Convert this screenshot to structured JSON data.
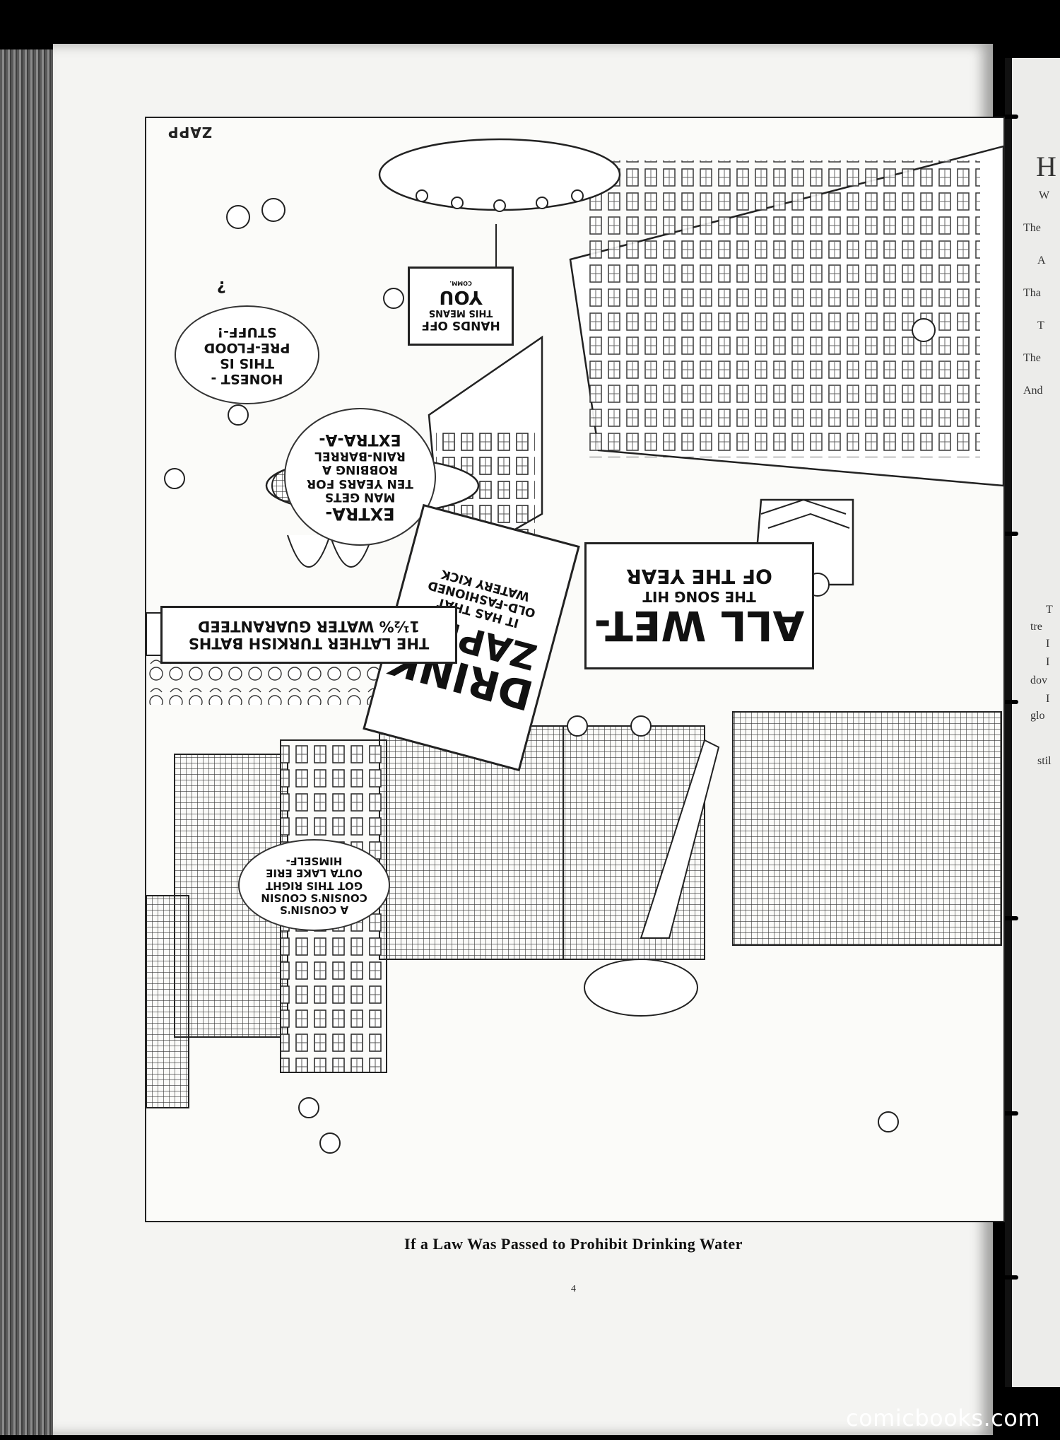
{
  "artist_signature": "ZAPP",
  "caption": "If a Law Was Passed to Prohibit Drinking Water",
  "page_number": "4",
  "watermark": "comicbooks.com",
  "signs": {
    "hands_off": {
      "l1": "HANDS OFF",
      "l2": "THIS MEANS",
      "l3": "YOU",
      "small": "COMM."
    },
    "drink_zappo": {
      "l1": "DRINK",
      "l2": "ZAPPO",
      "l3": "IT HAS THAT",
      "l4": "OLD-FASHIONED",
      "l5": "WATERY KICK"
    },
    "all_wet": {
      "l1": "ALL WET-",
      "l2": "THE SONG HIT",
      "l3": "OF THE YEAR"
    },
    "turkish_baths": {
      "l1": "THE LATHER TURKISH BATHS",
      "l2": "1½% WATER GUARANTEED"
    }
  },
  "balloons": {
    "honest": {
      "l1": "HONEST -",
      "l2": "THIS IS",
      "l3": "PRE-FLOOD",
      "l4": "STUFF-!"
    },
    "extra": {
      "l1": "EXTRA-",
      "l2": "MAN GETS",
      "l3": "TEN YEARS FOR",
      "l4": "ROBBING A",
      "l5": "RAIN-BARREL",
      "l6": "EXTRA-A-"
    },
    "cousin": {
      "l1": "A COUSIN'S",
      "l2": "COUSIN'S COUSIN",
      "l3": "GOT THIS RIGHT",
      "l4": "OUTA LAKE ERIE",
      "l5": "HIMSELF-"
    },
    "question": "?"
  },
  "next_page_fragments": [
    "H",
    "W",
    "The",
    "A",
    "Tha",
    "T",
    "The",
    "And",
    "T",
    "tre",
    "I",
    "I",
    "dov",
    "I",
    "glo",
    "stil"
  ]
}
